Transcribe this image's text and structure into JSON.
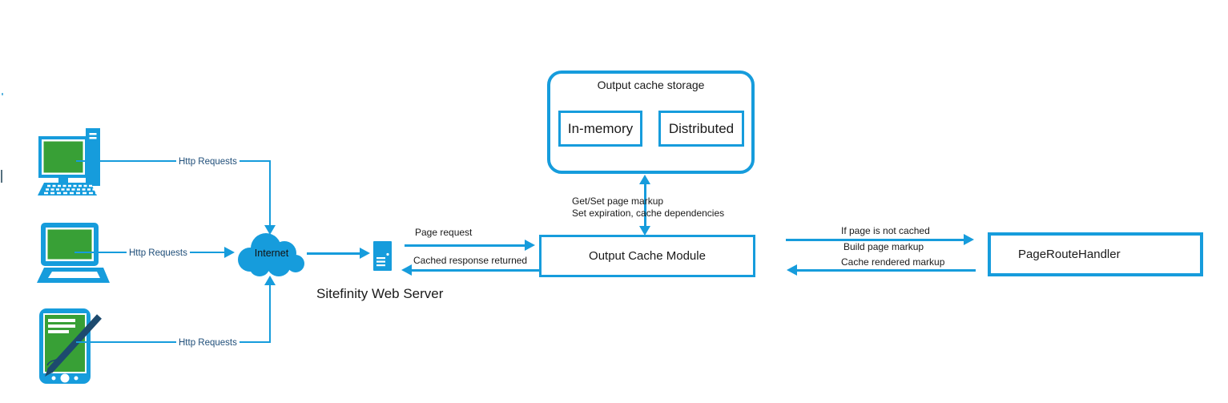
{
  "colors": {
    "accent_blue": "#169CDC",
    "screen_green": "#38A036",
    "request_label_navy": "#1F4E79",
    "text_black": "#1a1a1a"
  },
  "clients": {
    "desktop": {
      "icon": "desktop-computer-icon",
      "label": "Http Requests"
    },
    "laptop": {
      "icon": "laptop-icon",
      "label": "Http Requests"
    },
    "tablet": {
      "icon": "tablet-icon",
      "label": "Http Requests"
    }
  },
  "internet": {
    "label": "Internet"
  },
  "web_server": {
    "icon": "server-icon",
    "caption": "Sitefinity Web Server"
  },
  "cache_storage": {
    "title": "Output cache storage",
    "in_memory": "In-memory",
    "distributed": "Distributed"
  },
  "cache_module": {
    "label": "Output Cache Module"
  },
  "page_route_handler": {
    "label": "PageRouteHandler"
  },
  "flow_labels": {
    "page_request": "Page request",
    "cached_response": "Cached response returned",
    "get_set_markup": "Get/Set page markup",
    "set_expiration": "Set expiration, cache dependencies",
    "if_not_cached": "If page is not cached",
    "build_markup": "Build page markup",
    "cache_rendered": "Cache rendered markup"
  }
}
